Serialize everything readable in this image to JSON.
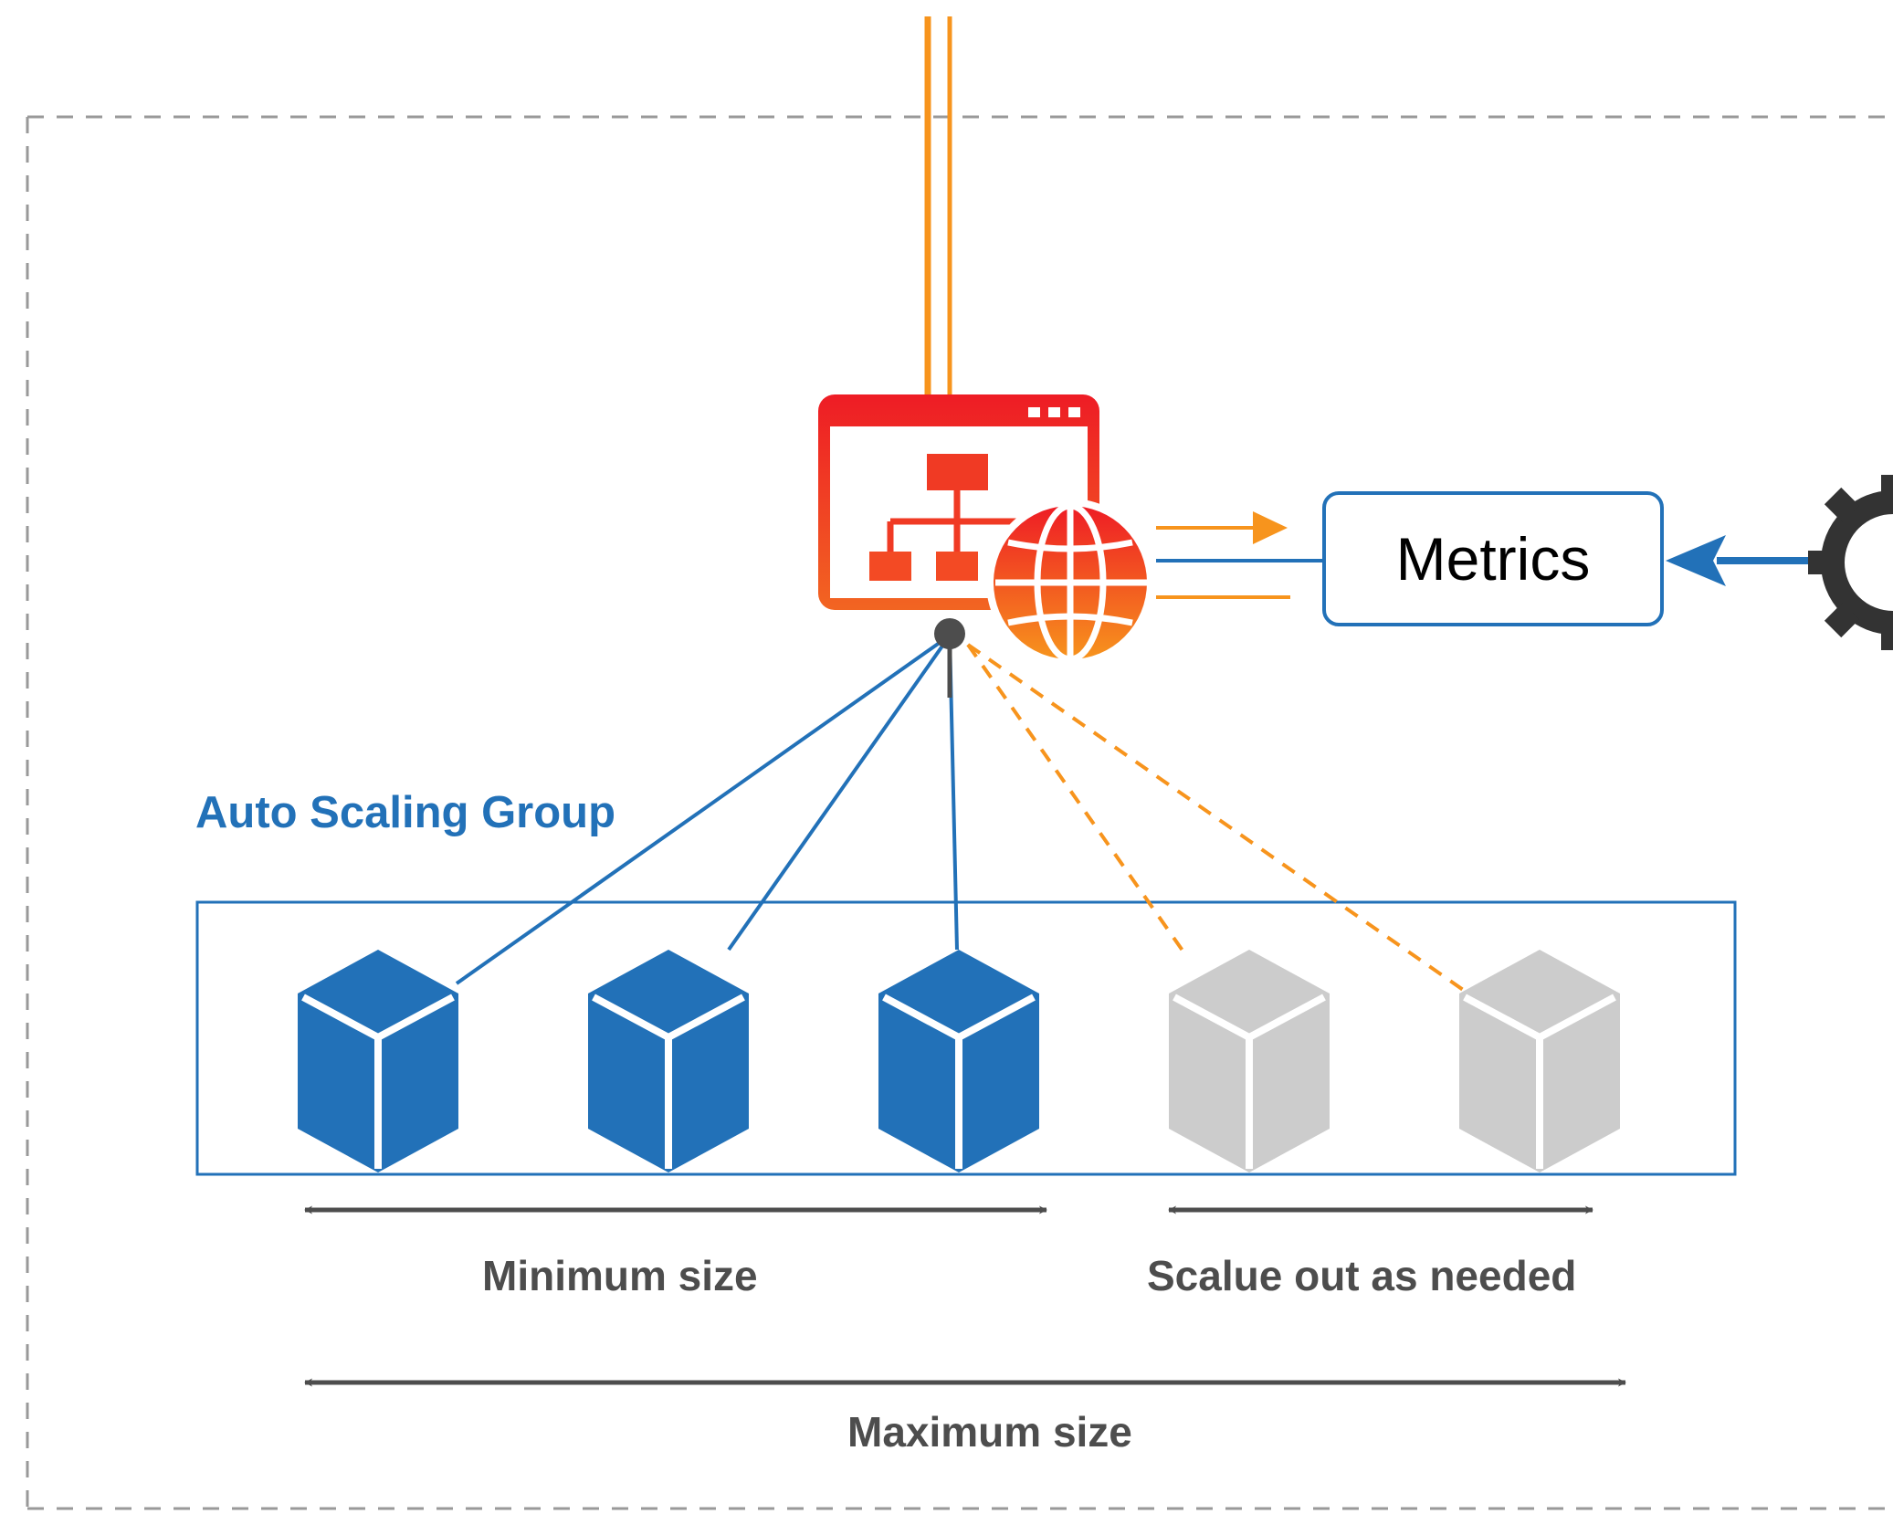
{
  "diagram": {
    "group_title": "Auto Scaling Group",
    "metrics_label": "Metrics",
    "size_labels": {
      "minimum": "Minimum size",
      "scale_out": "Scalue out as needed",
      "maximum": "Maximum size"
    },
    "instances": [
      {
        "state": "active"
      },
      {
        "state": "active"
      },
      {
        "state": "active"
      },
      {
        "state": "inactive"
      },
      {
        "state": "inactive"
      }
    ],
    "icons": {
      "load_balancer": "load-balancer-icon",
      "globe": "globe-icon",
      "settings": "gear-icon",
      "instance": "cube-icon"
    },
    "colors": {
      "boundary": "#999999",
      "group": "#2271b8",
      "instance_active": "#2271b8",
      "instance_inactive": "#cccccc",
      "traffic": "#f7941d",
      "load_balancer_top": "#ee1c25",
      "load_balancer_bottom": "#f26522",
      "arrows": "#4d4d4d"
    }
  }
}
